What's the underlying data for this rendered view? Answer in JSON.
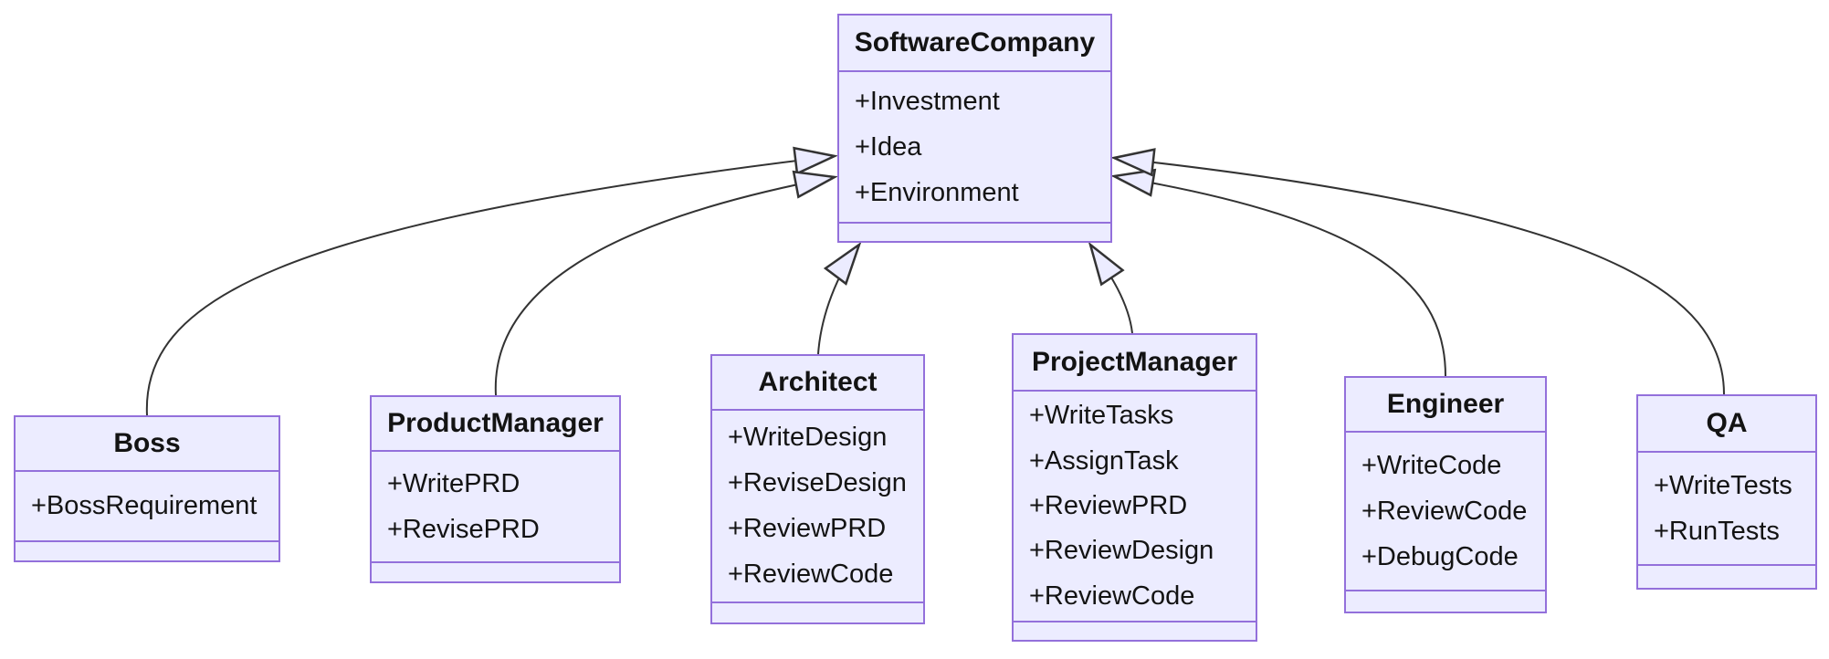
{
  "diagram": {
    "type": "uml-class-diagram",
    "classes": [
      {
        "name": "SoftwareCompany",
        "attributes": [
          "+Investment",
          "+Idea",
          "+Environment"
        ],
        "methods": []
      },
      {
        "name": "Boss",
        "attributes": [
          "+BossRequirement"
        ],
        "methods": []
      },
      {
        "name": "ProductManager",
        "attributes": [
          "+WritePRD",
          "+RevisePRD"
        ],
        "methods": []
      },
      {
        "name": "Architect",
        "attributes": [
          "+WriteDesign",
          "+ReviseDesign",
          "+ReviewPRD",
          "+ReviewCode"
        ],
        "methods": []
      },
      {
        "name": "ProjectManager",
        "attributes": [
          "+WriteTasks",
          "+AssignTask",
          "+ReviewPRD",
          "+ReviewDesign",
          "+ReviewCode"
        ],
        "methods": []
      },
      {
        "name": "Engineer",
        "attributes": [
          "+WriteCode",
          "+ReviewCode",
          "+DebugCode"
        ],
        "methods": []
      },
      {
        "name": "QA",
        "attributes": [
          "+WriteTests",
          "+RunTests"
        ],
        "methods": []
      }
    ],
    "relationships": [
      {
        "from": "Boss",
        "to": "SoftwareCompany",
        "type": "inheritance"
      },
      {
        "from": "ProductManager",
        "to": "SoftwareCompany",
        "type": "inheritance"
      },
      {
        "from": "Architect",
        "to": "SoftwareCompany",
        "type": "inheritance"
      },
      {
        "from": "ProjectManager",
        "to": "SoftwareCompany",
        "type": "inheritance"
      },
      {
        "from": "Engineer",
        "to": "SoftwareCompany",
        "type": "inheritance"
      },
      {
        "from": "QA",
        "to": "SoftwareCompany",
        "type": "inheritance"
      }
    ],
    "colors": {
      "node_fill": "#ECECFF",
      "node_border": "#9370DB",
      "edge_color": "#333333",
      "text_color": "#131313",
      "background": "#FFFFFF"
    }
  }
}
